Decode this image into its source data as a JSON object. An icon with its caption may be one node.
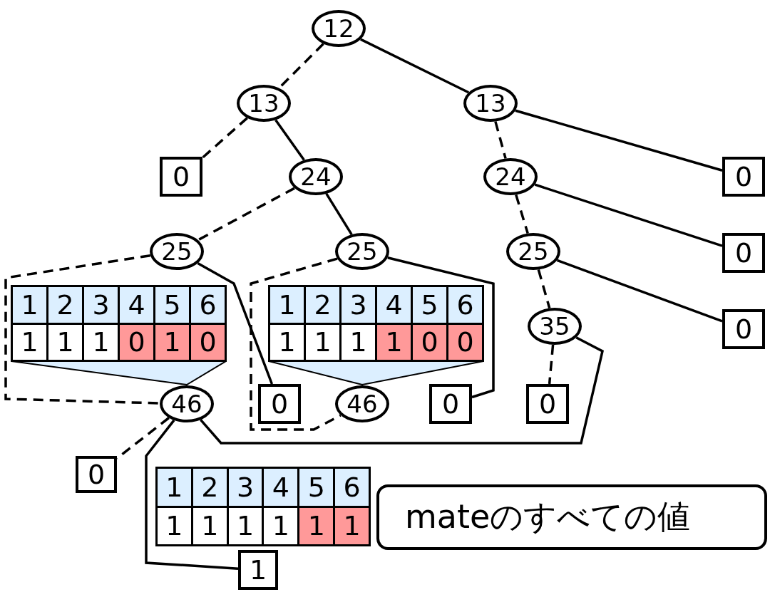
{
  "diagram": {
    "nodes": [
      {
        "text": [
          "12"
        ]
      },
      {
        "text": [
          "13"
        ]
      },
      {
        "text": [
          "13"
        ]
      },
      {
        "text": [
          "0"
        ]
      },
      {
        "text": [
          "24"
        ]
      },
      {
        "text": [
          "24"
        ]
      },
      {
        "text": [
          "0"
        ]
      },
      {
        "text": [
          "25"
        ]
      },
      {
        "text": [
          "25"
        ]
      },
      {
        "text": [
          "25"
        ]
      },
      {
        "text": [
          "0"
        ]
      },
      {
        "text": [
          "1",
          "2",
          "3",
          "4",
          "5",
          "6",
          "1",
          "1",
          "1",
          "0",
          "1",
          "0"
        ]
      },
      {
        "text": [
          "1",
          "2",
          "3",
          "4",
          "5",
          "6",
          "1",
          "1",
          "1",
          "1",
          "0",
          "0"
        ]
      },
      {
        "text": [
          "35"
        ]
      },
      {
        "text": [
          "0"
        ]
      },
      {
        "text": [
          "46"
        ]
      },
      {
        "text": [
          "0"
        ]
      },
      {
        "text": [
          "46"
        ]
      },
      {
        "text": [
          "0"
        ]
      },
      {
        "text": [
          "0"
        ]
      },
      {
        "text": [
          "0"
        ]
      },
      {
        "text": [
          "1",
          "2",
          "3",
          "4",
          "5",
          "6",
          "1",
          "1",
          "1",
          "1",
          "1",
          "1"
        ]
      },
      {
        "text": [
          "mateのすべての値"
        ]
      },
      {
        "text": [
          "1"
        ]
      },
      {
        "text": [],
        "shape": "triangle"
      },
      {
        "text": [],
        "shape": "triangle"
      }
    ],
    "edges": [
      {
        "from": 0,
        "to": 1,
        "arrow": "none",
        "style": "dashed"
      },
      {
        "from": 0,
        "to": 2,
        "arrow": "none"
      },
      {
        "from": 1,
        "to": 3,
        "arrow": "none",
        "style": "dashed"
      },
      {
        "from": 1,
        "to": 4,
        "arrow": "none"
      },
      {
        "from": 2,
        "to": 5,
        "arrow": "none",
        "style": "dashed"
      },
      {
        "from": 2,
        "to": 6,
        "arrow": "none"
      },
      {
        "from": 4,
        "to": 7,
        "arrow": "none",
        "style": "dashed"
      },
      {
        "from": 4,
        "to": 8,
        "arrow": "none"
      },
      {
        "from": 5,
        "to": 9,
        "arrow": "none",
        "style": "dashed"
      },
      {
        "from": 5,
        "to": 10,
        "arrow": "none"
      },
      {
        "from": 7,
        "to": 15,
        "arrow": "none",
        "style": "dashed"
      },
      {
        "from": 7,
        "to": 16,
        "arrow": "none"
      },
      {
        "from": 8,
        "to": 17,
        "arrow": "none",
        "style": "dashed"
      },
      {
        "from": 8,
        "to": 18,
        "arrow": "none"
      },
      {
        "from": 9,
        "to": 13,
        "arrow": "none",
        "style": "dashed"
      },
      {
        "from": 9,
        "to": 14,
        "arrow": "none"
      },
      {
        "from": 13,
        "to": 19,
        "arrow": "none",
        "style": "dashed"
      },
      {
        "from": 13,
        "to": 15,
        "arrow": "none"
      },
      {
        "from": 15,
        "to": 20,
        "arrow": "none",
        "style": "dashed"
      },
      {
        "from": 15,
        "to": 23,
        "arrow": "none"
      }
    ]
  }
}
